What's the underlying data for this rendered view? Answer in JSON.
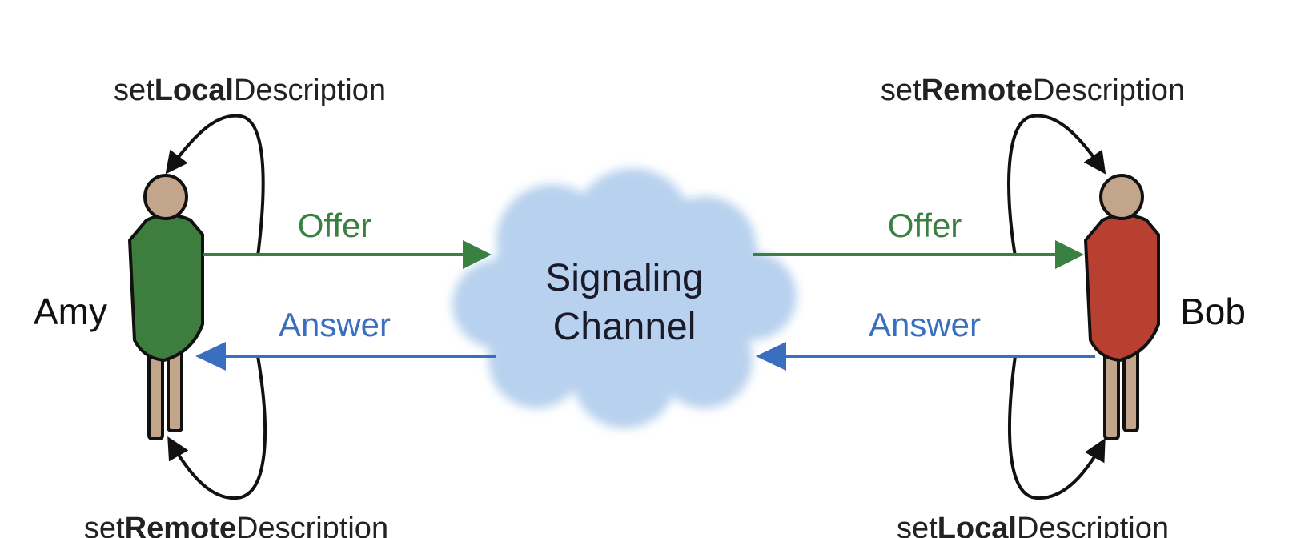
{
  "diagram": {
    "left_peer": {
      "name": "Amy",
      "top_label": {
        "prefix": "set",
        "bold": "Local",
        "suffix": "Description"
      },
      "bottom_label": {
        "prefix": "set",
        "bold": "Remote",
        "suffix": "Description"
      },
      "shirt_color": "#3d7d3d"
    },
    "right_peer": {
      "name": "Bob",
      "top_label": {
        "prefix": "set",
        "bold": "Remote",
        "suffix": "Description"
      },
      "bottom_label": {
        "prefix": "set",
        "bold": "Local",
        "suffix": "Description"
      },
      "shirt_color": "#b84030"
    },
    "channel": {
      "line1": "Signaling",
      "line2": "Channel",
      "color": "#b8d1ee"
    },
    "messages": {
      "offer_left": "Offer",
      "offer_right": "Offer",
      "answer_left": "Answer",
      "answer_right": "Answer"
    },
    "colors": {
      "offer": "#3a8040",
      "answer": "#3a6fbf",
      "loop": "#111111",
      "skin": "#c2a58a"
    }
  }
}
